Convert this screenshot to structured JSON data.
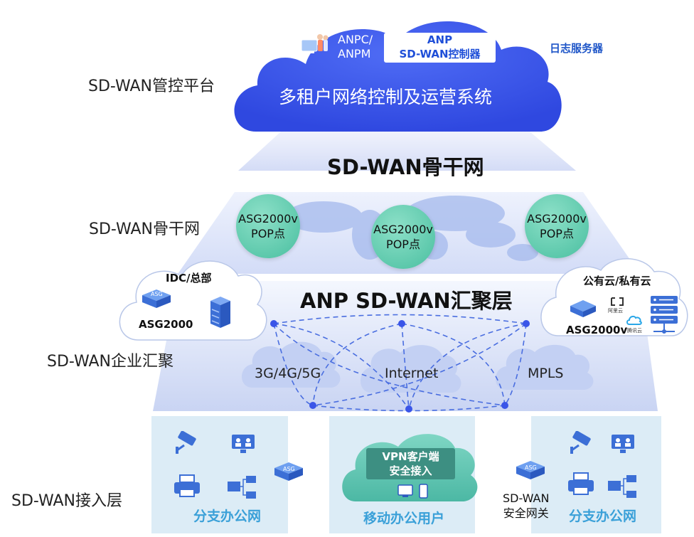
{
  "platform": {
    "layer_label": "SD-WAN管控平台",
    "anpc_line1": "ANPC/",
    "anpc_line2": "ANPM",
    "controller_line1": "ANP",
    "controller_line2": "SD-WAN控制器",
    "log_server": "日志服务器",
    "system_title": "多租户网络控制及运营系统"
  },
  "backbone": {
    "heading": "SD-WAN骨干网",
    "layer_label": "SD-WAN骨干网",
    "pops": [
      {
        "line1": "ASG2000v",
        "line2": "POP点"
      },
      {
        "line1": "ASG2000v",
        "line2": "POP点"
      },
      {
        "line1": "ASG2000v",
        "line2": "POP点"
      }
    ]
  },
  "aggregation": {
    "heading": "ANP SD-WAN汇聚层",
    "layer_label": "SD-WAN企业汇聚",
    "idc": {
      "title": "IDC/总部",
      "device": "ASG2000",
      "device_badge": "ASG"
    },
    "cloud": {
      "title": "公有云/私有云",
      "device": "ASG2000v",
      "provider1": "阿里云",
      "provider2": "腾讯云"
    },
    "networks": [
      "3G/4G/5G",
      "Internet",
      "MPLS"
    ]
  },
  "access": {
    "layer_label": "SD-WAN接入层",
    "left_branch": "分支办公网",
    "mobile_title": "移动办公用户",
    "vpn_line1": "VPN客户端",
    "vpn_line2": "安全接入",
    "right_branch": "分支办公网",
    "gateway_line1": "SD-WAN",
    "gateway_line2": "安全网关",
    "asg_badge": "ASG"
  },
  "colors": {
    "platform_cloud": "#3a55e8",
    "pop_green": "#5bc9a8",
    "panel_bg": "#dcecf6",
    "title_blue": "#3aa0d8",
    "log_server_blue": "#1f56c8",
    "dashed_link": "#4a6ee0",
    "vpn_cloud": "#5bc4b0"
  }
}
